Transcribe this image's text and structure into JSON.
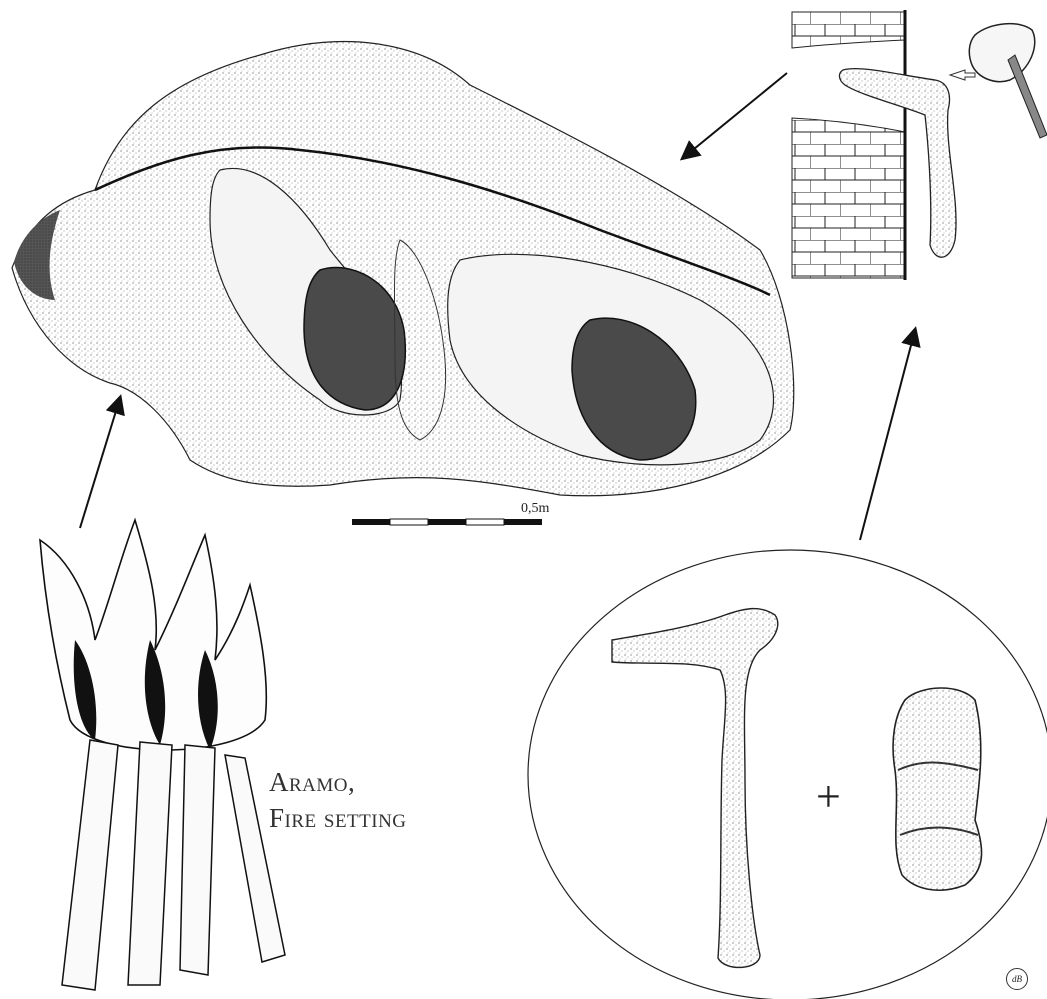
{
  "caption": {
    "line1": "Aramo,",
    "line2": "Fire setting"
  },
  "scale_bar": {
    "label": "0,5m"
  },
  "tools_panel": {
    "plus_symbol": "+"
  },
  "signature": "dB",
  "colors": {
    "ink": "#111111",
    "shading": "#4a4a4a",
    "paper": "#ffffff",
    "text": "#333333"
  }
}
